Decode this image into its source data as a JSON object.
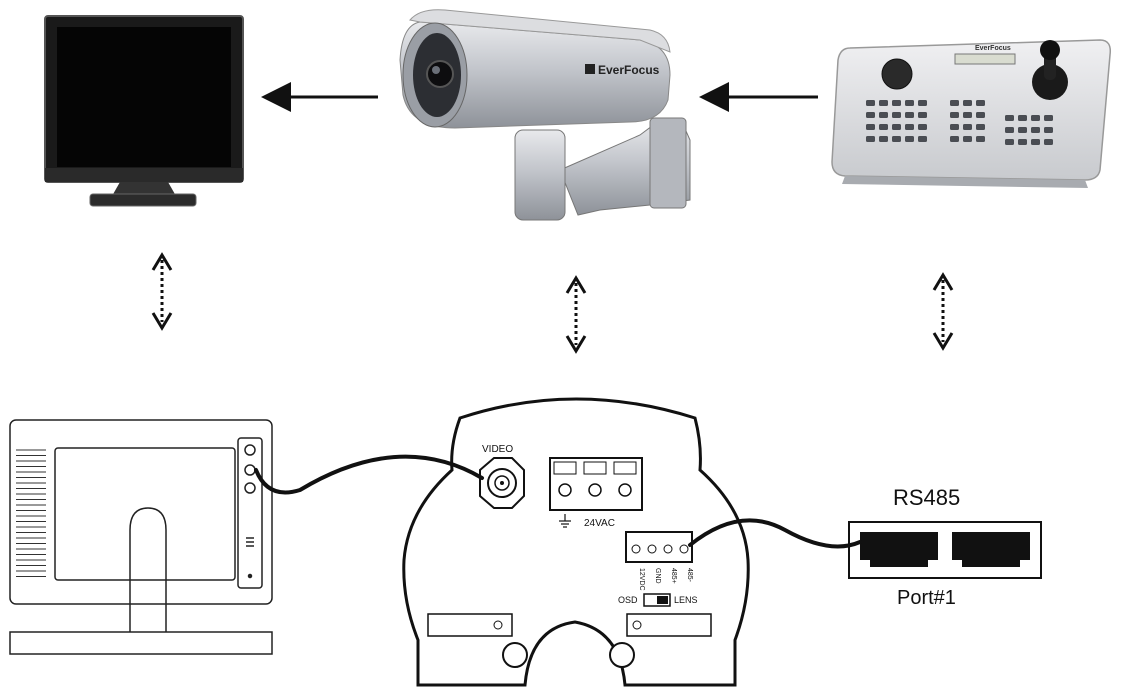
{
  "camera": {
    "brand": "EverFocus"
  },
  "keyboard": {
    "brand": "EverFocus"
  },
  "camera_back": {
    "video_label": "VIDEO",
    "power_label": "24VAC",
    "terminals": [
      "12VDC",
      "GND",
      "485+",
      "485-"
    ],
    "switch_left": "OSD",
    "switch_right": "LENS"
  },
  "rs485": {
    "title": "RS485",
    "port_label": "Port#1"
  },
  "colors": {
    "line": "#111111",
    "outline": "#222222",
    "silver": "#b9bcc2",
    "screen": "#0a0a0a"
  }
}
